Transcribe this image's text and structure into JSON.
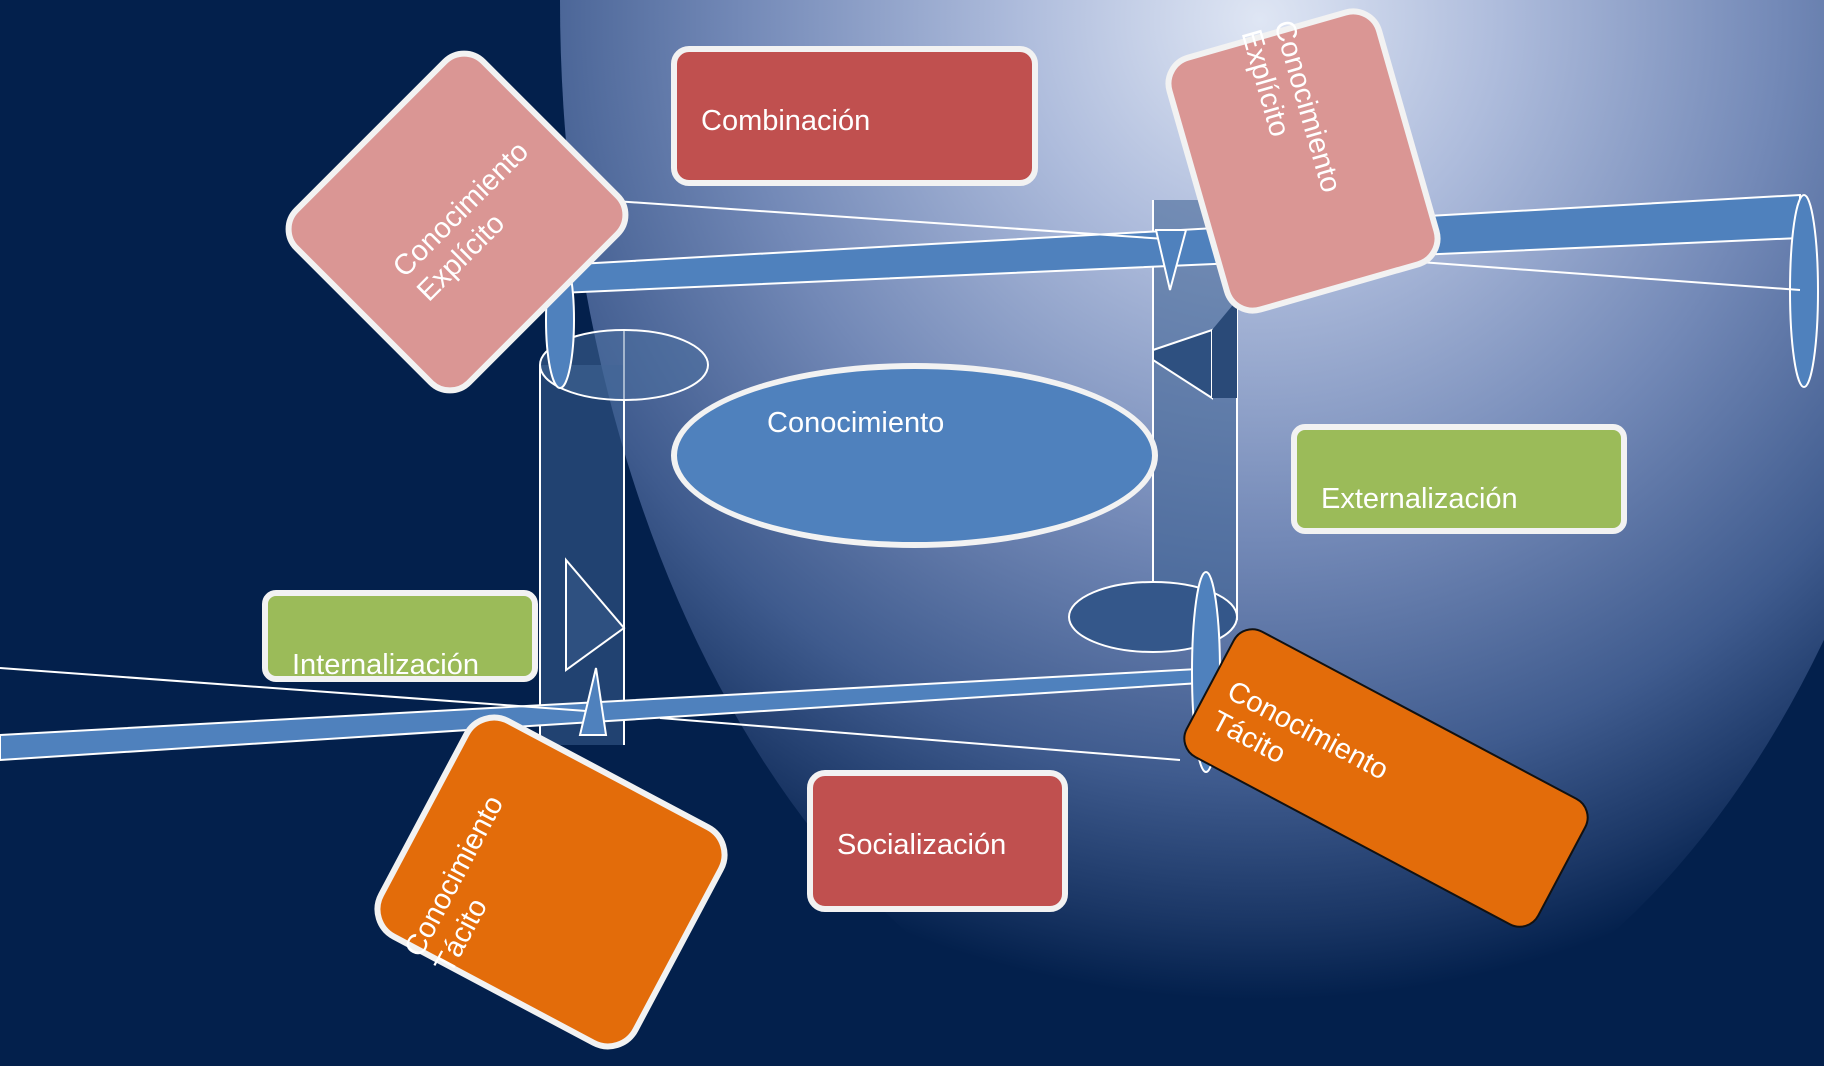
{
  "diagram": {
    "center": {
      "label": "Conocimiento"
    },
    "processes": {
      "combinacion": "Combinación",
      "externalizacion": "Externalización",
      "internalizacion": "Internalización",
      "socializacion": "Socialización"
    },
    "knowledge_types": {
      "explicit_left": "Conocimiento\nExplícito",
      "explicit_right": "Conocimiento\nExplícito",
      "tacit_left": "Conocimiento\nTácito",
      "tacit_right": "Conocimiento\nTácito"
    }
  },
  "colors": {
    "background": "#03204c",
    "process_red": "#c0504f",
    "process_green": "#9bbb59",
    "explicit_pink": "#da9694",
    "tacit_orange": "#e36c0a",
    "connector_blue": "#4f81bd"
  }
}
